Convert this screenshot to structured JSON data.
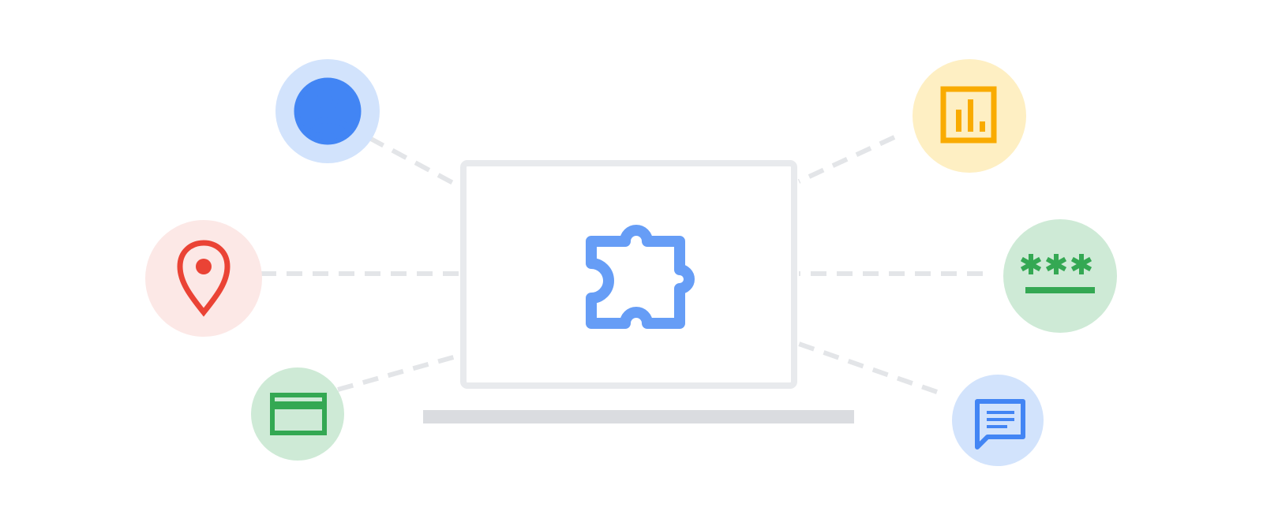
{
  "colors": {
    "background": "#ffffff",
    "connector": "#e3e5e8",
    "laptop_frame": "#e8eaed",
    "laptop_base": "#dadce0",
    "extension_blue": "#669df6"
  },
  "center": {
    "icon": "puzzle-piece-icon"
  },
  "nodes": [
    {
      "key": "profile",
      "icon": "account-circle-icon",
      "fill": "#d2e3fc",
      "stroke": "#4285f4"
    },
    {
      "key": "location",
      "icon": "location-pin-icon",
      "fill": "#fce8e6",
      "stroke": "#ea4335"
    },
    {
      "key": "payment",
      "icon": "credit-card-icon",
      "fill": "#ceead6",
      "stroke": "#34a853"
    },
    {
      "key": "analytics",
      "icon": "bar-chart-icon",
      "fill": "#feefc3",
      "stroke": "#f9ab00"
    },
    {
      "key": "password",
      "icon": "password-asterisks-icon",
      "fill": "#ceead6",
      "stroke": "#34a853"
    },
    {
      "key": "messages",
      "icon": "chat-message-icon",
      "fill": "#d2e3fc",
      "stroke": "#4285f4"
    }
  ]
}
